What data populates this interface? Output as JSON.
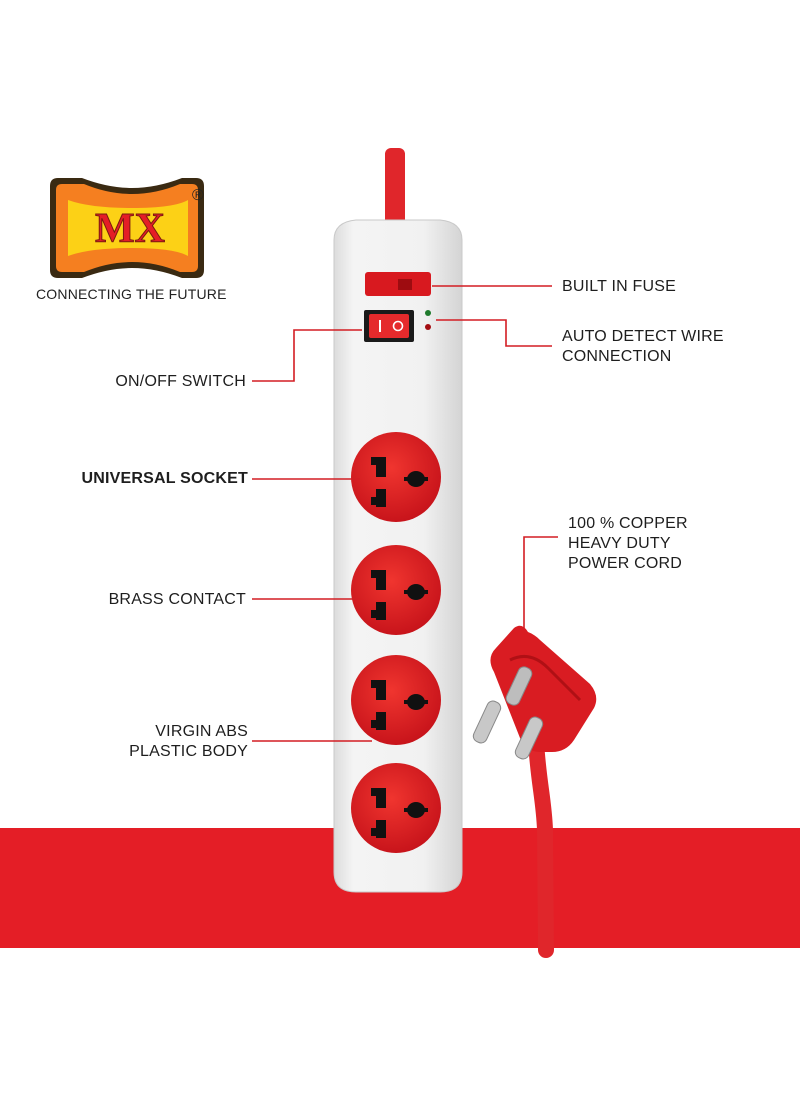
{
  "brand": {
    "logo_text": "MX",
    "registered_mark": "®",
    "tagline": "CONNECTING THE FUTURE"
  },
  "callouts": {
    "built_in_fuse": "BUILT IN FUSE",
    "auto_detect_line1": "AUTO DETECT WIRE",
    "auto_detect_line2": "CONNECTION",
    "on_off_switch": "ON/OFF SWITCH",
    "universal_socket": "UNIVERSAL SOCKET",
    "brass_contact": "BRASS CONTACT",
    "virgin_abs_line1": "VIRGIN ABS",
    "virgin_abs_line2": "PLASTIC BODY",
    "copper_line1": "100 % COPPER",
    "copper_line2": "HEAVY DUTY",
    "copper_line3": "POWER CORD"
  },
  "colors": {
    "accent_red": "#e41e26",
    "body_white": "#ececec",
    "logo_orange": "#f57f20",
    "logo_yellow": "#fcd116"
  }
}
